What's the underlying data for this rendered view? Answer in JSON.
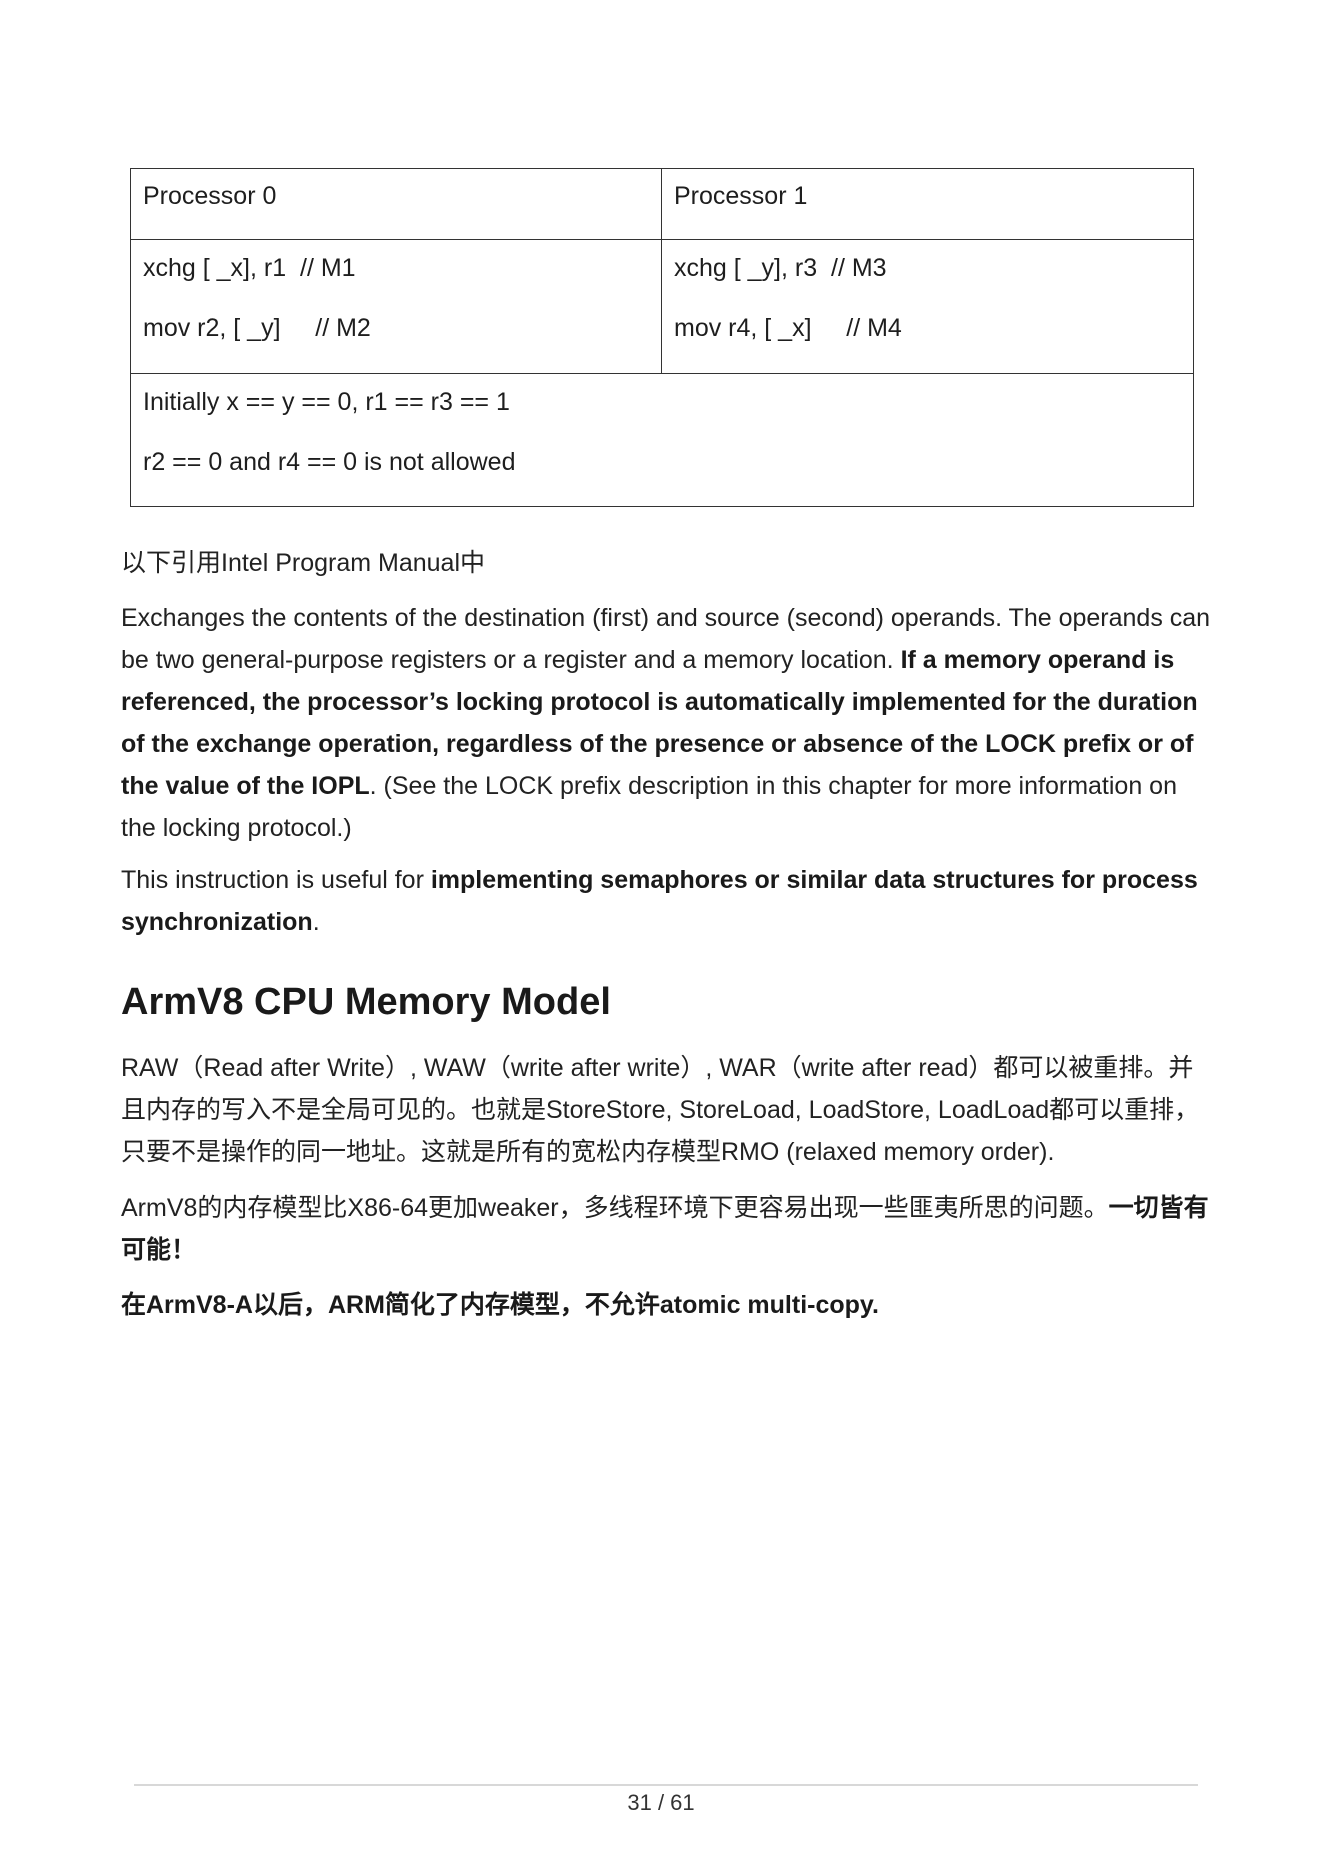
{
  "table": {
    "header": [
      "Processor 0",
      "Processor 1"
    ],
    "code": {
      "p0": [
        "xchg [ _x], r1  // M1",
        "mov r2, [ _y]     // M2"
      ],
      "p1": [
        "xchg [ _y], r3  // M3",
        "mov r4, [ _x]     // M4"
      ]
    },
    "notes": [
      "Initially x == y == 0, r1 == r3 == 1",
      "r2 == 0 and r4 == 0 is not allowed"
    ]
  },
  "intro": "以下引用Intel Program  Manual中",
  "para1": {
    "plain1": "Exchanges the contents of the destination (first) and source (second) operands. The operands can be two general-purpose registers or a register and a memory location. ",
    "bold1": "If a memory operand is referenced, the processor’s locking protocol is automatically implemented for the duration of the exchange operation, regardless of the presence or absence of the LOCK prefix or of the value of the IOPL",
    "plain2": ". (See the LOCK prefix description in this chapter for more information on the locking protocol.)"
  },
  "para2": {
    "plain1": "This instruction is useful for ",
    "bold1": "implementing semaphores or similar data structures for process synchronization",
    "plain2": "."
  },
  "heading": "ArmV8 CPU Memory Model",
  "para3": "RAW（Read after Write）, WAW（write after write）, WAR（write after read）都可以被重排。并且内存的写入不是全局可见的。也就是StoreStore, StoreLoad, LoadStore, LoadLoad都可以重排，只要不是操作的同一地址。这就是所有的宽松内存模型RMO (relaxed memory order).",
  "para4": {
    "plain1": "ArmV8的内存模型比X86-64更加weaker，多线程环境下更容易出现一些匪夷所思的问题。",
    "bold1": "一切皆有可能！"
  },
  "para5": "在ArmV8-A以后，ARM简化了内存模型，不允许atomic multi-copy.",
  "footer": {
    "page": "31 / 61"
  }
}
